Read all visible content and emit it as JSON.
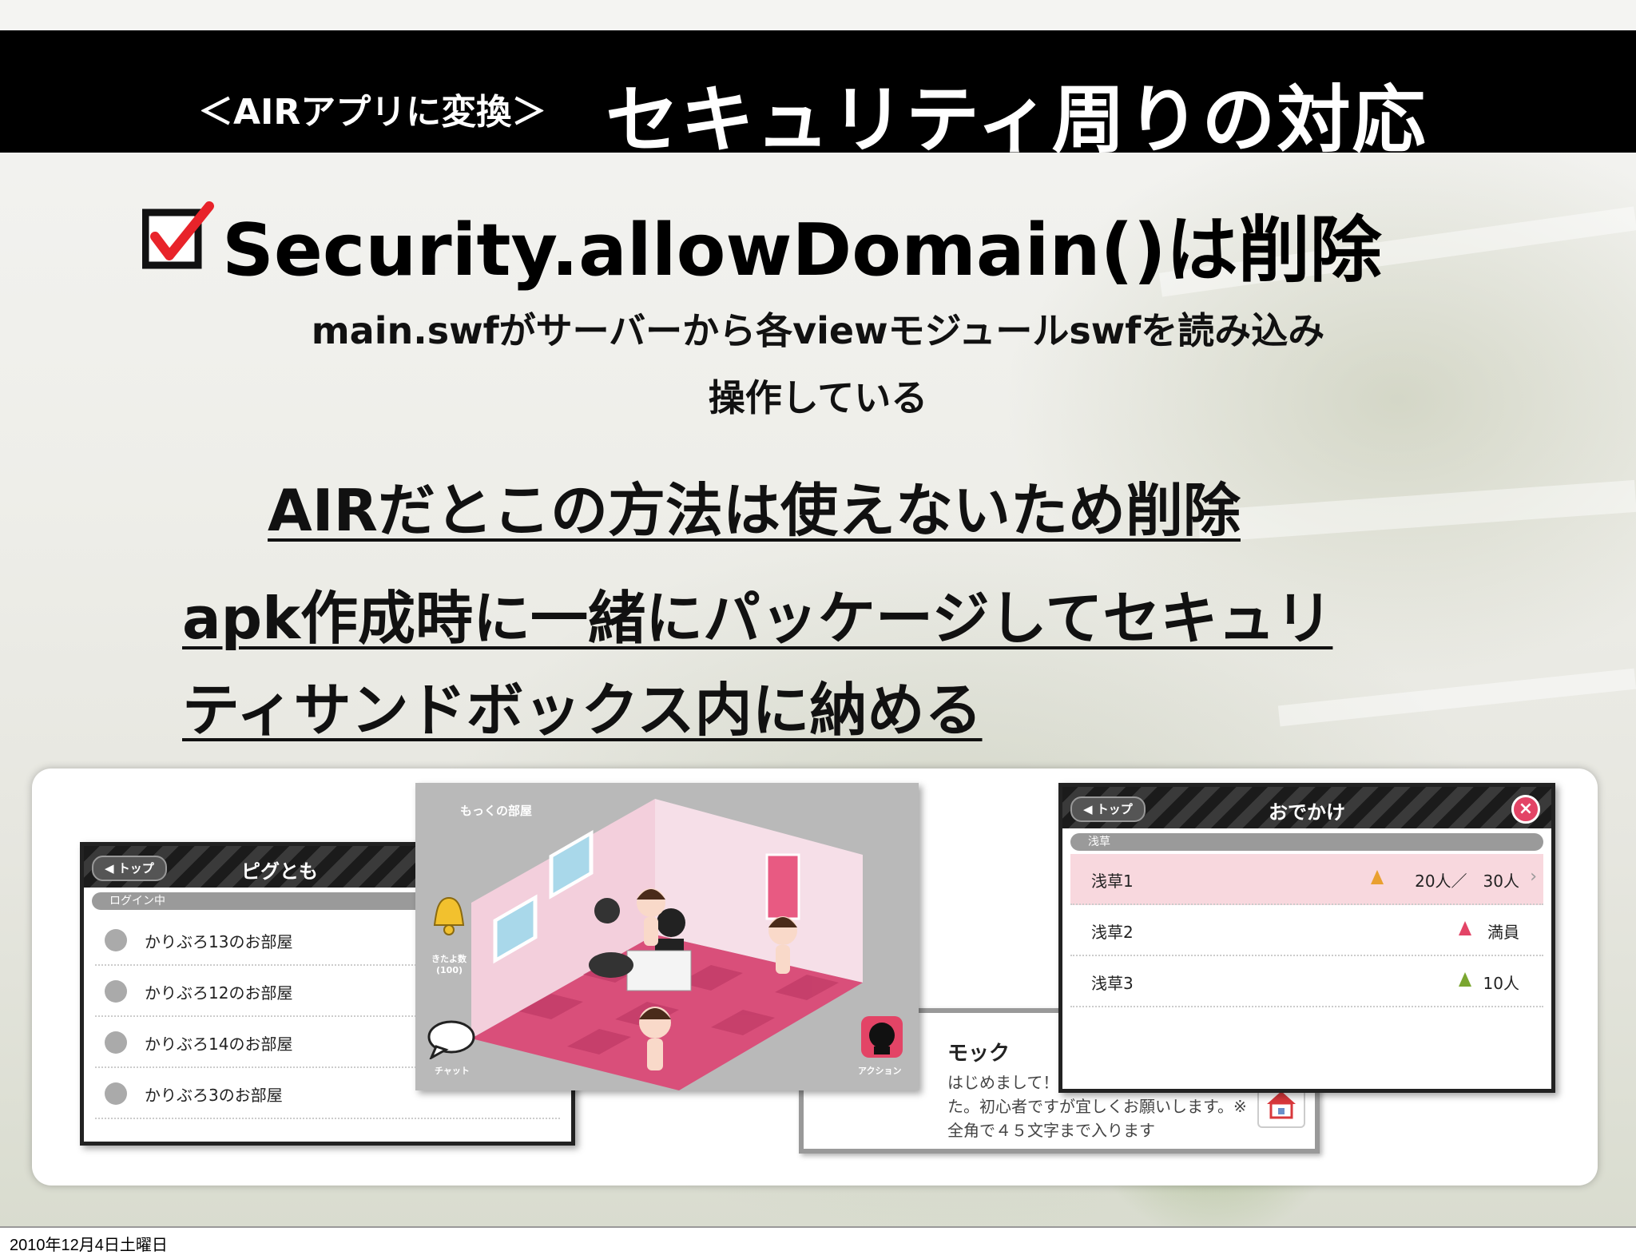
{
  "title": {
    "prefix": "＜AIRアプリに変換＞",
    "main": "セキュリティ周りの対応"
  },
  "heading": {
    "icon": "checkbox-checked-icon",
    "text": "Security.allowDomain()は削除"
  },
  "description": {
    "line1": "main.swfがサーバーから各viewモジュールswfを読み込み",
    "line2": "操作している"
  },
  "points": {
    "point1": "AIRだとこの方法は使えないため削除",
    "point2_line1": "apk作成時に一緒にパッケージしてセキュリ",
    "point2_line2": "ティサンドボックス内に納める"
  },
  "screens": {
    "list_screen": {
      "back_label": "トップ",
      "title": "ピグとも",
      "section": "ログイン中",
      "rows": [
        "かりぶろ13のお部屋",
        "かりぶろ12のお部屋",
        "かりぶろ14のお部屋",
        "かりぶろ3のお部屋"
      ]
    },
    "room_screen": {
      "room_name": "もっくの部屋",
      "bell_label": "きたよ数",
      "bell_count": "(100)",
      "chat_label": "チャット",
      "action_label": "アクション"
    },
    "profile_screen": {
      "name": "モック",
      "message": "はじめまして！最近アメーバピグ始めました。初心者ですが宜しくお願いします。※全角で４５文字まで入ります"
    },
    "odekake_screen": {
      "back_label": "トップ",
      "title": "おでかけ",
      "section": "浅草",
      "rows": [
        {
          "name": "浅草1",
          "capacity": "20人／　30人",
          "marker_color": "#e9a030"
        },
        {
          "name": "浅草2",
          "capacity": "満員",
          "marker_color": "#e34466"
        },
        {
          "name": "浅草3",
          "capacity": "10人",
          "marker_color": "#7aa630"
        }
      ]
    }
  },
  "footer": {
    "date": "2010年12月4日土曜日"
  },
  "colors": {
    "title_bar": "#000000",
    "check_mark": "#e8232a",
    "room_floor": "#d94f7a"
  }
}
